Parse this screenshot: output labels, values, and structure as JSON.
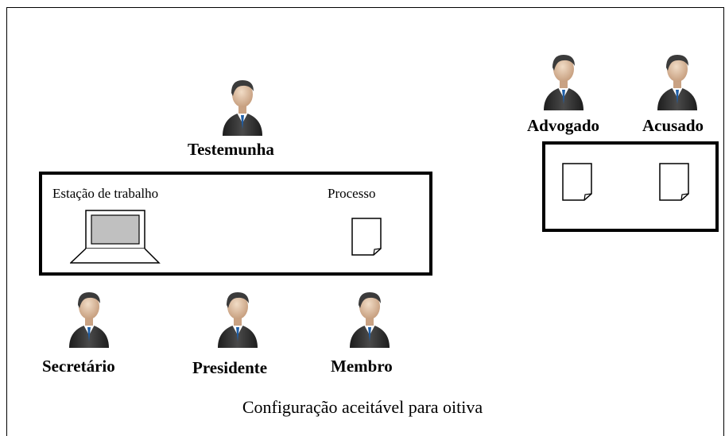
{
  "people": {
    "testemunha": "Testemunha",
    "advogado": "Advogado",
    "acusado": "Acusado",
    "secretario": "Secretário",
    "presidente": "Presidente",
    "membro": "Membro"
  },
  "workstation_box": {
    "workstation_label": "Estação de trabalho",
    "process_label": "Processo"
  },
  "caption": "Configuração aceitável para oitiva",
  "icons": {
    "person": "person-in-suit-icon",
    "document": "document-icon",
    "laptop": "laptop-icon"
  },
  "colors": {
    "suit": "#3a3a3a",
    "tie": "#1f5fa8",
    "skin": "#e2c2a4",
    "hair": "#3b3b3b",
    "screen": "#c0c0c0"
  }
}
